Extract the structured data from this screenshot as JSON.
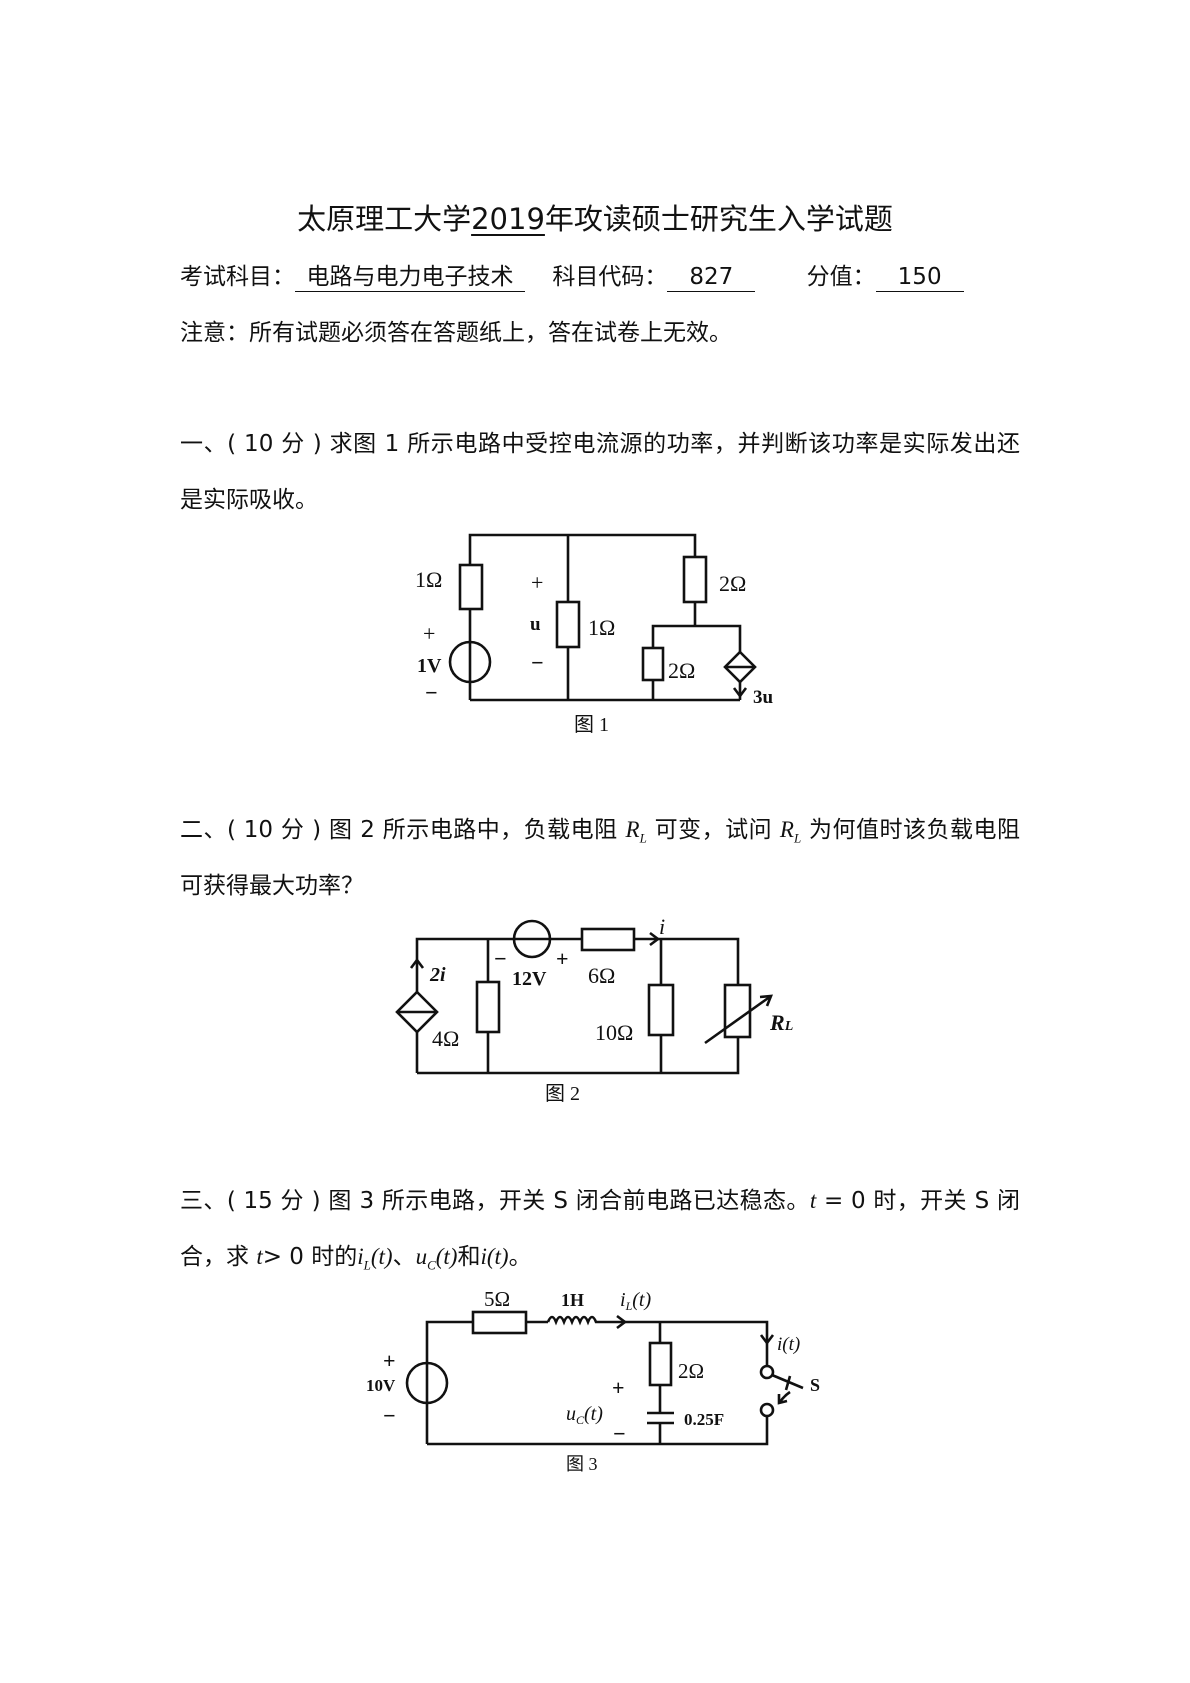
{
  "header": {
    "title_pre": "太原理工大学",
    "title_year": "2019",
    "title_post": "年攻读硕士研究生入学试题",
    "subject_label": "考试科目：",
    "subject_value": "电路与电力电子技术",
    "code_label": "科目代码：",
    "code_value": "827",
    "score_label": "分值：",
    "score_value": "150",
    "notice": "注意：所有试题必须答在答题纸上，答在试卷上无效。"
  },
  "questions": [
    {
      "line1": "一、( 10 分 ) 求图 1 所示电路中受控电流源的功率，并判断该功率是实际发出还",
      "line2": "是实际吸收。",
      "figure": {
        "caption": "图 1",
        "labels": {
          "r1": "1Ω",
          "plus_src": "+",
          "src": "1V",
          "minus_src": "−",
          "plus_u": "+",
          "u": "u",
          "minus_u": "−",
          "r_mid": "1Ω",
          "r_top": "2Ω",
          "r_bot": "2Ω",
          "dep": "3u"
        }
      }
    },
    {
      "line1_a": "二、( 10 分 ) 图 2 所示电路中，负载电阻 ",
      "line1_b": " 可变，试问 ",
      "line1_c": " 为何值时该负载电阻",
      "rl_main": "R",
      "rl_sub": "L",
      "line2": "可获得最大功率？",
      "figure": {
        "caption": "图 2",
        "labels": {
          "dep": "2i",
          "r4": "4Ω",
          "minus": "−",
          "src": "12V",
          "plus": "+",
          "r6": "6Ω",
          "i": "i",
          "r10": "10Ω",
          "rl": "R",
          "rl_sub": "L"
        }
      }
    },
    {
      "line1_a": "三、( 15 分 ) 图 3 所示电路，开关 S 闭合前电路已达稳态。",
      "line1_t": "t",
      "line1_b": " = 0 时，开关 S 闭",
      "line2_a": "合，求 ",
      "line2_t": "t",
      "line2_b": "> 0 时的",
      "il": "i",
      "il_sub": "L",
      "il_arg": "(t)",
      "sep": "、",
      "uc": "u",
      "uc_sub": "C",
      "uc_arg": "(t)",
      "and": "和",
      "it": "i(t)",
      "end": "。",
      "figure": {
        "caption": "图 3",
        "labels": {
          "plus_src": "+",
          "src": "10V",
          "minus_src": "−",
          "r5": "5Ω",
          "l": "1H",
          "il": "i",
          "il_sub": "L",
          "il_arg": "(t)",
          "r2": "2Ω",
          "plus_c": "+",
          "uc": "u",
          "uc_sub": "C",
          "uc_arg": "(t)",
          "minus_c": "−",
          "c": "0.25F",
          "it": "i(t)",
          "s": "S"
        }
      }
    }
  ]
}
